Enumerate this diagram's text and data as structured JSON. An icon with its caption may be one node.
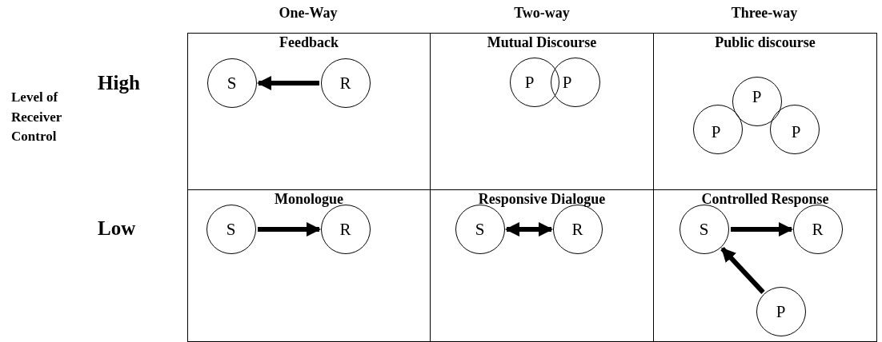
{
  "diagram": {
    "nodes": [
      {
        "text": [
          "Feedback"
        ]
      },
      {
        "text": [
          "S"
        ],
        "in": 0
      },
      {
        "text": [
          "R"
        ],
        "in": 0
      },
      {
        "text": [
          "Mutual Discourse"
        ]
      },
      {
        "text": [
          "P"
        ],
        "in": 3
      },
      {
        "text": [
          "P"
        ],
        "in": 3
      },
      {
        "text": [
          "Public discourse"
        ]
      },
      {
        "text": [
          "P"
        ],
        "in": 6
      },
      {
        "text": [
          "P"
        ],
        "in": 6
      },
      {
        "text": [
          "P"
        ],
        "in": 6
      },
      {
        "text": [
          "Monologue"
        ]
      },
      {
        "text": [
          "S"
        ],
        "in": 10
      },
      {
        "text": [
          "R"
        ],
        "in": 10
      },
      {
        "text": [
          "Responsive Dialogue"
        ]
      },
      {
        "text": [
          "S"
        ],
        "in": 13
      },
      {
        "text": [
          "R"
        ],
        "in": 13
      },
      {
        "text": [
          "Controlled Response"
        ]
      },
      {
        "text": [
          "S"
        ],
        "in": 16
      },
      {
        "text": [
          "R"
        ],
        "in": 16
      },
      {
        "text": [
          "P"
        ],
        "in": 16
      }
    ],
    "edges": [
      {
        "from": 2,
        "to": 1,
        "arrow": "to"
      },
      {
        "from": 11,
        "to": 12,
        "arrow": "to"
      },
      {
        "from": 14,
        "to": 15,
        "arrow": "both"
      },
      {
        "from": 17,
        "to": 18,
        "arrow": "to"
      },
      {
        "from": 19,
        "to": 17,
        "arrow": "to"
      }
    ],
    "labels": [
      "One-Way",
      "Two-way",
      "Three-way",
      "High",
      "Level of Receiver Control",
      "Low"
    ]
  }
}
